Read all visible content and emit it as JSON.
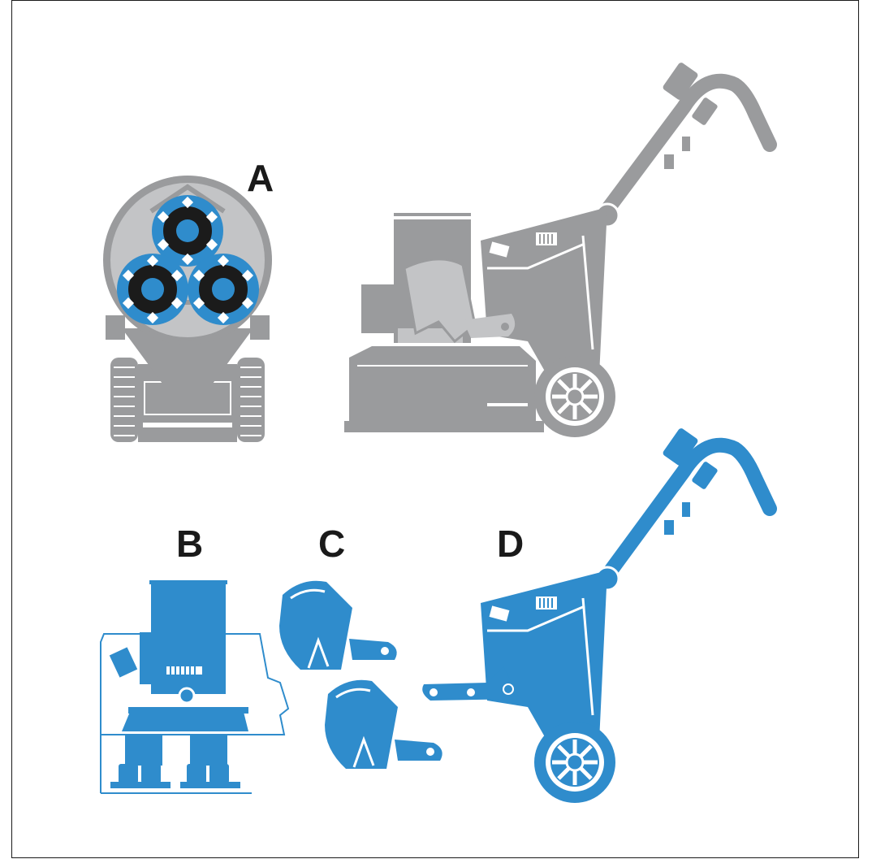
{
  "colors": {
    "grey": "#9a9b9d",
    "grey_light": "#c3c4c6",
    "blue": "#2f8ccc",
    "dark": "#1b1b1b",
    "white": "#ffffff",
    "border": "#1a1a1a"
  },
  "panels": [
    {
      "id": "a",
      "label": "A"
    },
    {
      "id": "b",
      "label": "B"
    },
    {
      "id": "c",
      "label": "C"
    },
    {
      "id": "d",
      "label": "D"
    }
  ]
}
